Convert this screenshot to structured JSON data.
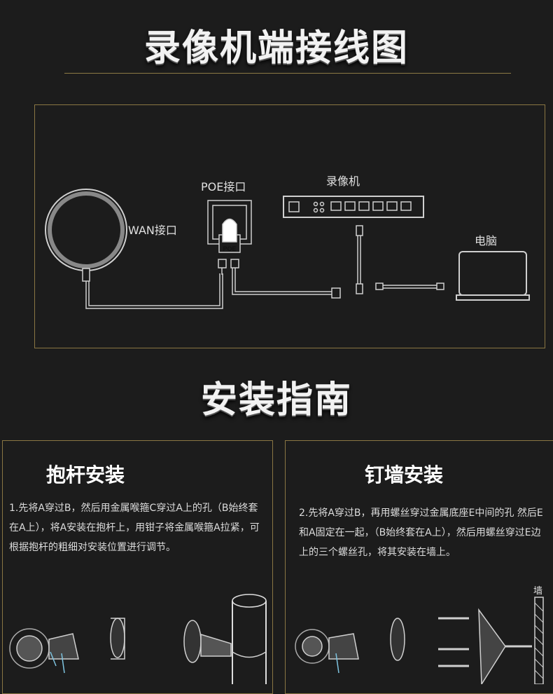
{
  "headings": {
    "wiring_title": "录像机端接线图",
    "install_title": "安装指南"
  },
  "diagram": {
    "wan_label": "WAN接口",
    "poe_label": "POE接口",
    "poe_plug_label": "POE",
    "nvr_label": "录像机",
    "pc_label": "电脑"
  },
  "pole_install": {
    "title": "抱杆安装",
    "desc": "1.先将A穿过B，然后用金属喉箍C穿过A上的孔（B始终套在A上），将A安装在抱杆上，用钳子将金属喉箍A拉紧，可根据抱杆的粗细对安装位置进行调节。"
  },
  "wall_install": {
    "title": "钉墙安装",
    "desc": "2.先将A穿过B，再用螺丝穿过金属底座E中间的孔 然后E和A固定在一起，（B始终套在A上），然后用螺丝穿过E边上的三个螺丝孔，将其安装在墙上。",
    "wall_label": "墙"
  },
  "colors": {
    "background": "#1c1c1c",
    "frame_gold": "#8a7643",
    "line_gray": "#cfcfcf"
  }
}
